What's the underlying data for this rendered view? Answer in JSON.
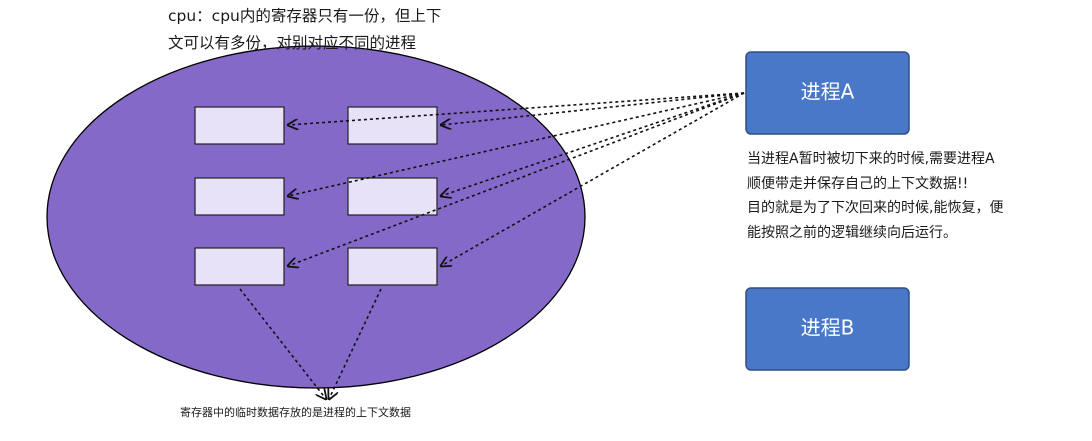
{
  "annotation_top": {
    "line1": "cpu：cpu内的寄存器只有一份，但上下",
    "line2": "文可以有多份，对别对应不同的进程"
  },
  "processes": [
    {
      "label": "进程A"
    },
    {
      "label": "进程B"
    }
  ],
  "description": {
    "lines": [
      "当进程A暂时被切下来的时候,需要进程A",
      "顺便带走并保存自己的上下文数据!!",
      "目的就是为了下次回来的时候,能恢复，便",
      "能按照之前的逻辑继续向后运行。"
    ]
  },
  "caption": "寄存器中的临时数据存放的是进程的上下文数据",
  "colors": {
    "cpu_fill": "#8469c9",
    "register_fill": "#e8e2f8",
    "process_fill": "#4a78c8",
    "process_border": "#2f4f86",
    "arrow": "#111111"
  },
  "registers_count": 6
}
